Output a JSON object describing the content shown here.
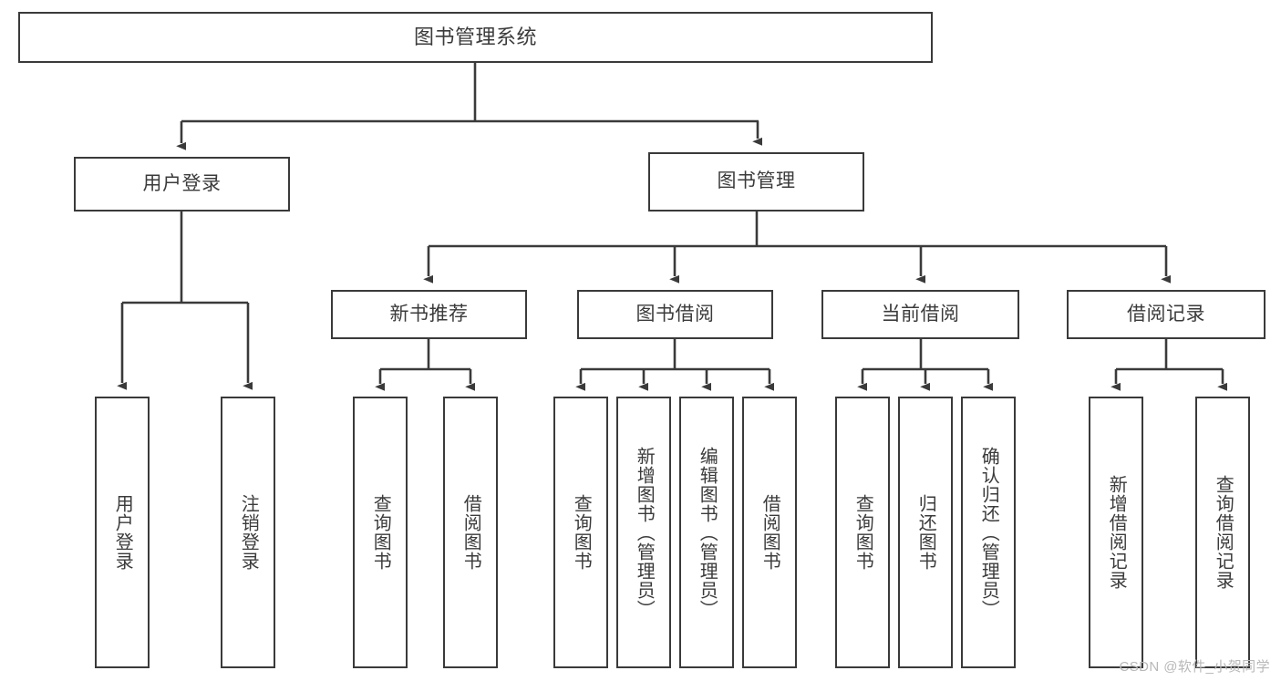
{
  "diagram": {
    "type": "tree-hierarchy-chart",
    "title": "图书管理系统",
    "line_color": "#3a3a3a",
    "box_fill": "#ffffff",
    "text_color": "#3b3b3b",
    "root": {
      "id": "root",
      "label": "图书管理系统"
    },
    "level1": [
      {
        "id": "user-login",
        "label": "用户登录"
      },
      {
        "id": "book-manage",
        "label": "图书管理"
      }
    ],
    "level2": [
      {
        "id": "new-book-recommend",
        "label": "新书推荐",
        "parent": "book-manage"
      },
      {
        "id": "book-borrow",
        "label": "图书借阅",
        "parent": "book-manage"
      },
      {
        "id": "current-borrow",
        "label": "当前借阅",
        "parent": "book-manage"
      },
      {
        "id": "borrow-record",
        "label": "借阅记录",
        "parent": "book-manage"
      }
    ],
    "leaves": [
      {
        "id": "leaf-user-login",
        "label": "用户登录",
        "parent": "user-login"
      },
      {
        "id": "leaf-user-logout",
        "label": "注销登录",
        "parent": "user-login"
      },
      {
        "id": "leaf-query-book-1",
        "label": "查询图书",
        "parent": "new-book-recommend"
      },
      {
        "id": "leaf-borrow-book-1",
        "label": "借阅图书",
        "parent": "new-book-recommend"
      },
      {
        "id": "leaf-query-book-2",
        "label": "查询图书",
        "parent": "book-borrow"
      },
      {
        "id": "leaf-add-book",
        "label": "新增图书（管理员）",
        "parent": "book-borrow"
      },
      {
        "id": "leaf-edit-book",
        "label": "编辑图书（管理员）",
        "parent": "book-borrow"
      },
      {
        "id": "leaf-borrow-book-2",
        "label": "借阅图书",
        "parent": "book-borrow"
      },
      {
        "id": "leaf-query-book-3",
        "label": "查询图书",
        "parent": "current-borrow"
      },
      {
        "id": "leaf-return-book",
        "label": "归还图书",
        "parent": "current-borrow"
      },
      {
        "id": "leaf-confirm-return",
        "label": "确认归还（管理员）",
        "parent": "current-borrow"
      },
      {
        "id": "leaf-add-record",
        "label": "新增借阅记录",
        "parent": "borrow-record"
      },
      {
        "id": "leaf-query-record",
        "label": "查询借阅记录",
        "parent": "borrow-record"
      }
    ]
  },
  "watermark": {
    "text": "CSDN @软件_小贺同学"
  }
}
